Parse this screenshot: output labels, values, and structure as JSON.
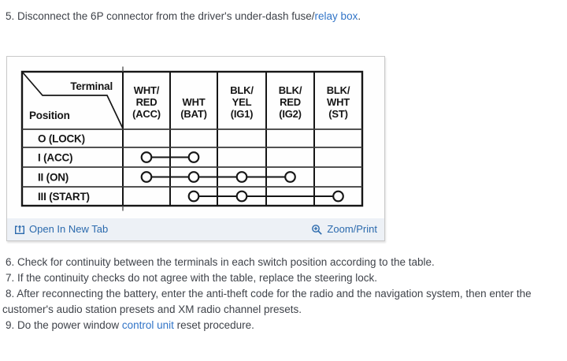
{
  "colors": {
    "link": "#3174c7",
    "footer_link": "#2b6aad",
    "body_text": "#3f434a",
    "panel_border": "#c9c9c9",
    "footer_bg": "#edf1f6",
    "scan_ink": "#161616"
  },
  "intro_step": {
    "before": "5. Disconnect the 6P connector from the driver's under-dash fuse/",
    "link": "relay box",
    "after": "."
  },
  "figure": {
    "footer": {
      "open_tab_label": "Open In New Tab",
      "zoom_label": "Zoom/Print"
    },
    "diagram": {
      "type": "table",
      "corner_top": "Terminal",
      "corner_bottom": "Position",
      "columns": [
        [
          "WHT/",
          "RED",
          "(ACC)"
        ],
        [
          "WHT",
          "(BAT)"
        ],
        [
          "BLK/",
          "YEL",
          "(IG1)"
        ],
        [
          "BLK/",
          "RED",
          "(IG2)"
        ],
        [
          "BLK/",
          "WHT",
          "(ST)"
        ]
      ],
      "rows": [
        {
          "label": "O (LOCK)",
          "connected": []
        },
        {
          "label": "I (ACC)",
          "connected": [
            0,
            1
          ]
        },
        {
          "label": "II (ON)",
          "connected": [
            0,
            1,
            2,
            3
          ]
        },
        {
          "label": "III (START)",
          "connected": [
            1,
            2,
            4
          ]
        }
      ]
    }
  },
  "steps": [
    {
      "text": "6. Check for continuity between the terminals in each switch position according to the table."
    },
    {
      "text": "7. If the continuity checks do not agree with the table, replace the steering lock."
    },
    {
      "text": "8. After reconnecting the battery, enter the anti-theft code for the radio and the navigation system, then enter the customer's audio station presets and XM radio channel presets."
    },
    {
      "before": "9. Do the power window ",
      "link": "control unit",
      "after": " reset procedure."
    }
  ]
}
